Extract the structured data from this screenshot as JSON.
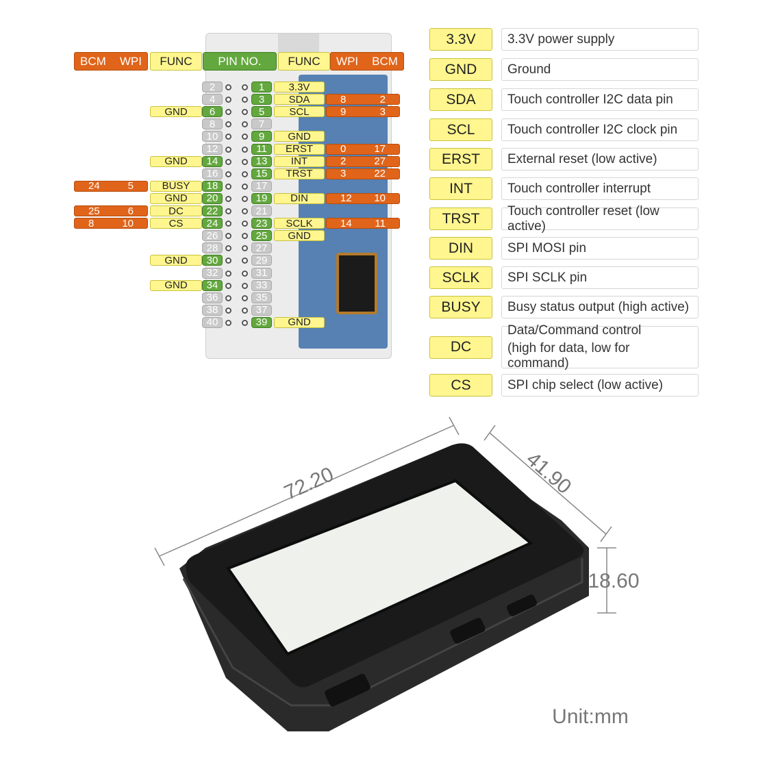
{
  "header_left": {
    "bcm": "BCM",
    "wpi": "WPI",
    "func": "FUNC",
    "pin_no": "PIN NO."
  },
  "header_right": {
    "func": "FUNC",
    "wpi": "WPI",
    "bcm": "BCM"
  },
  "pins": [
    {
      "n": "1",
      "func": "3.3V",
      "side": "odd"
    },
    {
      "n": "2",
      "func": "",
      "side": "even"
    },
    {
      "n": "3",
      "func": "SDA",
      "wpi": "8",
      "bcm": "2",
      "side": "odd"
    },
    {
      "n": "4",
      "func": "",
      "side": "even"
    },
    {
      "n": "5",
      "func": "SCL",
      "wpi": "9",
      "bcm": "3",
      "side": "odd"
    },
    {
      "n": "6",
      "func": "GND",
      "side": "even"
    },
    {
      "n": "7",
      "func": "",
      "side": "odd"
    },
    {
      "n": "8",
      "func": "",
      "side": "even"
    },
    {
      "n": "9",
      "func": "GND",
      "side": "odd"
    },
    {
      "n": "10",
      "func": "",
      "side": "even"
    },
    {
      "n": "11",
      "func": "ERST",
      "wpi": "0",
      "bcm": "17",
      "side": "odd"
    },
    {
      "n": "12",
      "func": "",
      "side": "even"
    },
    {
      "n": "13",
      "func": "INT",
      "wpi": "2",
      "bcm": "27",
      "side": "odd"
    },
    {
      "n": "14",
      "func": "GND",
      "side": "even"
    },
    {
      "n": "15",
      "func": "TRST",
      "wpi": "3",
      "bcm": "22",
      "side": "odd"
    },
    {
      "n": "16",
      "func": "",
      "side": "even"
    },
    {
      "n": "17",
      "func": "",
      "side": "odd"
    },
    {
      "n": "18",
      "func": "BUSY",
      "wpi": "5",
      "bcm": "24",
      "side": "even"
    },
    {
      "n": "19",
      "func": "DIN",
      "wpi": "12",
      "bcm": "10",
      "side": "odd"
    },
    {
      "n": "20",
      "func": "GND",
      "side": "even"
    },
    {
      "n": "21",
      "func": "",
      "side": "odd"
    },
    {
      "n": "22",
      "func": "DC",
      "wpi": "6",
      "bcm": "25",
      "side": "even"
    },
    {
      "n": "23",
      "func": "SCLK",
      "wpi": "14",
      "bcm": "11",
      "side": "odd"
    },
    {
      "n": "24",
      "func": "CS",
      "wpi": "10",
      "bcm": "8",
      "side": "even"
    },
    {
      "n": "25",
      "func": "GND",
      "side": "odd"
    },
    {
      "n": "26",
      "func": "",
      "side": "even"
    },
    {
      "n": "27",
      "func": "",
      "side": "odd"
    },
    {
      "n": "28",
      "func": "",
      "side": "even"
    },
    {
      "n": "29",
      "func": "",
      "side": "odd"
    },
    {
      "n": "30",
      "func": "GND",
      "side": "even"
    },
    {
      "n": "31",
      "func": "",
      "side": "odd"
    },
    {
      "n": "32",
      "func": "",
      "side": "even"
    },
    {
      "n": "33",
      "func": "",
      "side": "odd"
    },
    {
      "n": "34",
      "func": "GND",
      "side": "even"
    },
    {
      "n": "35",
      "func": "",
      "side": "odd"
    },
    {
      "n": "36",
      "func": "",
      "side": "even"
    },
    {
      "n": "37",
      "func": "",
      "side": "odd"
    },
    {
      "n": "38",
      "func": "",
      "side": "even"
    },
    {
      "n": "39",
      "func": "GND",
      "side": "odd"
    },
    {
      "n": "40",
      "func": "",
      "side": "even"
    }
  ],
  "legend": [
    {
      "tag": "3.3V",
      "desc": "3.3V power supply"
    },
    {
      "tag": "GND",
      "desc": "Ground"
    },
    {
      "tag": "SDA",
      "desc": "Touch controller I2C data pin"
    },
    {
      "tag": "SCL",
      "desc": "Touch controller I2C clock pin"
    },
    {
      "tag": "ERST",
      "desc": "External reset (low active)"
    },
    {
      "tag": "INT",
      "desc": "Touch controller interrupt"
    },
    {
      "tag": "TRST",
      "desc": "Touch controller reset (low active)"
    },
    {
      "tag": "DIN",
      "desc": "SPI MOSI pin"
    },
    {
      "tag": "SCLK",
      "desc": "SPI SCLK pin"
    },
    {
      "tag": "BUSY",
      "desc": "Busy status output (high active)"
    },
    {
      "tag": "DC",
      "desc": "Data/Command control",
      "desc2": "(high for data, low for command)"
    },
    {
      "tag": "CS",
      "desc": "SPI chip select (low active)"
    }
  ],
  "dimensions": {
    "length": "72.20",
    "width": "41.90",
    "height": "18.60",
    "unit": "Unit:mm"
  },
  "colors": {
    "yellow": "#fff68f",
    "orange": "#e0641a",
    "green": "#63a83e",
    "gray": "#c9c9c9"
  }
}
